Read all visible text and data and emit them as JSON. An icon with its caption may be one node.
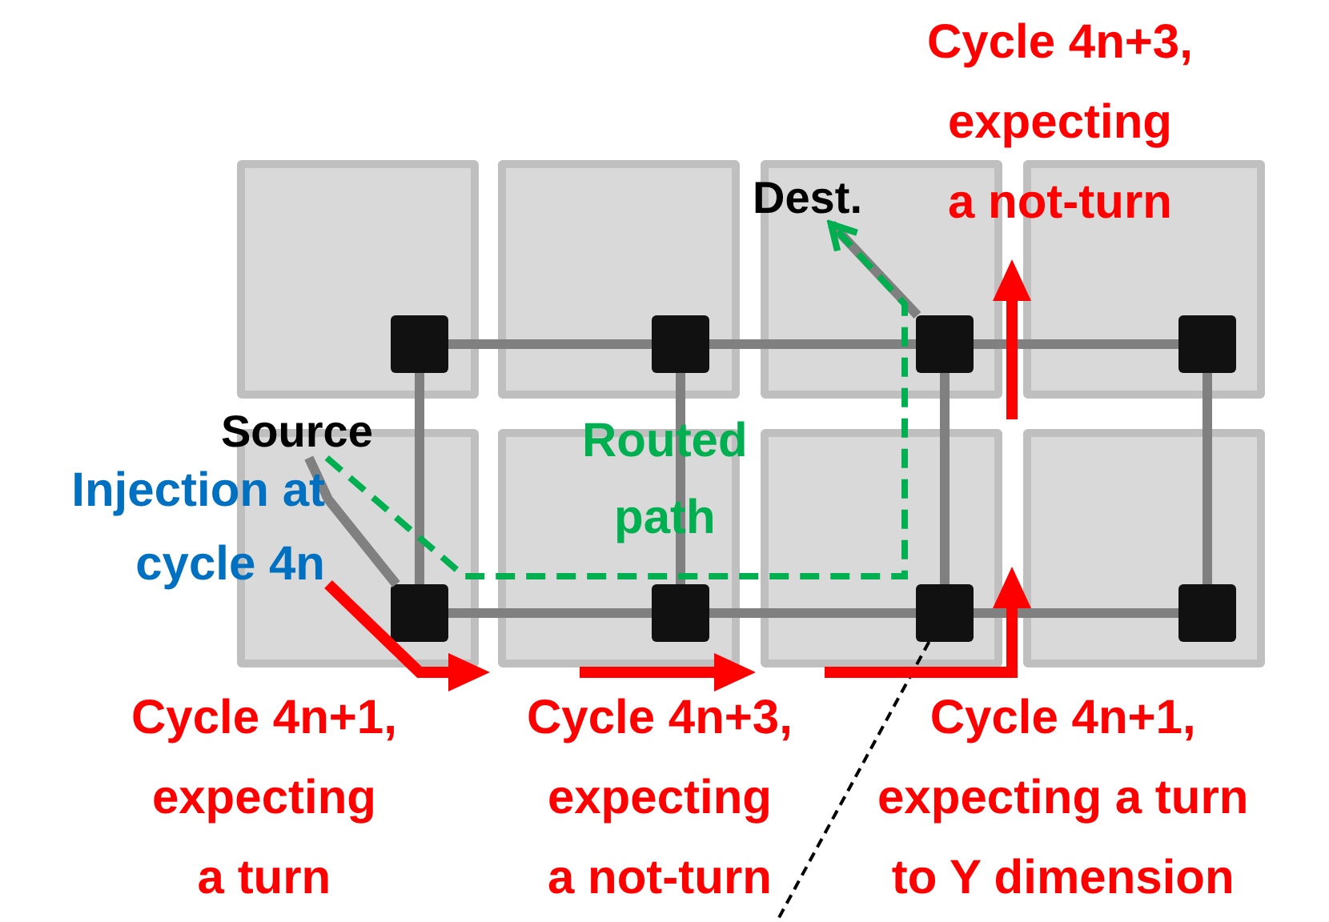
{
  "diagram": {
    "nodes": [
      {
        "text": [],
        "shape": "box"
      },
      {
        "text": [],
        "shape": "box"
      },
      {
        "text": [],
        "shape": "box"
      },
      {
        "text": [],
        "shape": "box"
      },
      {
        "text": [],
        "shape": "box"
      },
      {
        "text": [],
        "shape": "box"
      },
      {
        "text": [],
        "shape": "box"
      },
      {
        "text": [],
        "shape": "box"
      },
      {
        "text": [],
        "shape": "box",
        "in": 0
      },
      {
        "text": [],
        "shape": "box",
        "in": 1
      },
      {
        "text": [],
        "shape": "box",
        "in": 2
      },
      {
        "text": [],
        "shape": "box",
        "in": 3
      },
      {
        "text": [],
        "shape": "box",
        "in": 4
      },
      {
        "text": [],
        "shape": "box",
        "in": 5
      },
      {
        "text": [],
        "shape": "box",
        "in": 6
      },
      {
        "text": [],
        "shape": "box",
        "in": 7
      },
      {
        "text": [
          "Source"
        ]
      },
      {
        "text": [
          "Dest."
        ],
        "in": 2
      }
    ],
    "edges": [
      {
        "from": 8,
        "to": 9,
        "arrow": "none"
      },
      {
        "from": 9,
        "to": 10,
        "arrow": "none"
      },
      {
        "from": 10,
        "to": 11,
        "arrow": "none"
      },
      {
        "from": 12,
        "to": 13,
        "arrow": "none"
      },
      {
        "from": 13,
        "to": 14,
        "arrow": "none"
      },
      {
        "from": 14,
        "to": 15,
        "arrow": "none"
      },
      {
        "from": 8,
        "to": 12,
        "arrow": "none"
      },
      {
        "from": 9,
        "to": 13,
        "arrow": "none"
      },
      {
        "from": 10,
        "to": 14,
        "arrow": "none"
      },
      {
        "from": 11,
        "to": 15,
        "arrow": "none"
      },
      {
        "from": 16,
        "to": 12,
        "arrow": "none"
      },
      {
        "from": 17,
        "to": 10,
        "arrow": "none"
      },
      {
        "from": 16,
        "to": 17,
        "arrow": "to",
        "style": "dashed",
        "color": "#00b050"
      },
      {
        "from": 14,
        "to": null,
        "arrow": "none",
        "style": "dashed",
        "color": "#000000"
      }
    ],
    "labels": [
      "Cycle 4n+3, expecting a not-turn",
      "Routed path",
      "Injection at cycle 4n",
      "Cycle 4n+1, expecting a turn",
      "Cycle 4n+3, expecting a not-turn",
      "Cycle 4n+1, expecting a turn to Y dimension"
    ]
  }
}
